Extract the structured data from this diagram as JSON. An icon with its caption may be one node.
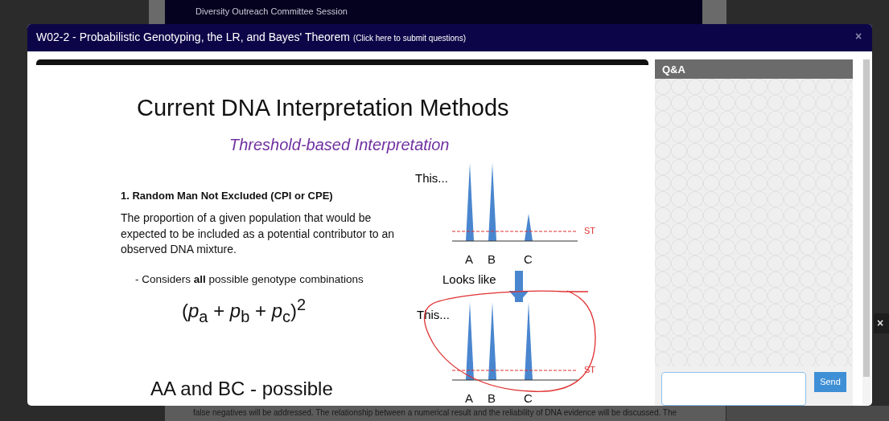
{
  "diagram": {
    "title": "Current DNA Interpretation Methods",
    "nodes": [
      {
        "text": [
          "This..."
        ],
        "beside": [
          "ST",
          "A",
          "B",
          "C"
        ]
      },
      {
        "text": [
          "This..."
        ],
        "beside": [
          "ST",
          "A",
          "B",
          "C"
        ]
      }
    ],
    "edges": [
      {
        "from": 0,
        "to": 1,
        "arrow": "to",
        "label": "Looks like"
      }
    ],
    "labels": [
      "Diversity Outreach Committee Session",
      "W02-2 - Probabilistic Genotyping, the LR, and Bayes' Theorem",
      "(Click here to submit questions)",
      "×",
      "Threshold-based Interpretation",
      "1. Random Man Not Excluded (CPI or CPE)",
      "The proportion of a given population that would be expected to be included as a potential contributor to an observed DNA mixture.",
      "- Considers **all** possible genotype combinations",
      "(*p*$_{a}$ + *p*$_{b}$ + *p*$_{c}$)$^{2}$",
      "AA and BC - possible",
      "Q&A",
      "Send",
      "×",
      "false negatives will be addressed. The relationship between a numerical result and the reliability of DNA evidence will be discussed. The"
    ]
  }
}
